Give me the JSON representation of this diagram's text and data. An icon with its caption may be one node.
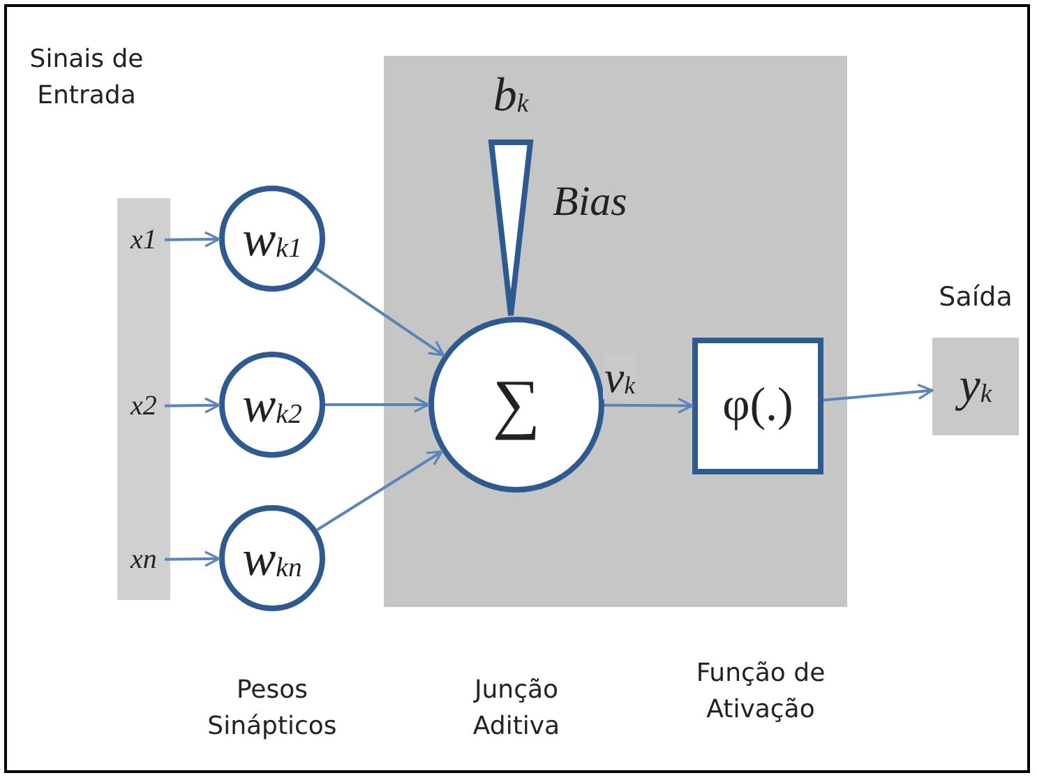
{
  "diagram": {
    "nodes": [
      {
        "text": [],
        "shape": "bar"
      },
      {
        "text": [
          "x1"
        ],
        "in": 0
      },
      {
        "text": [
          "x2"
        ],
        "in": 0
      },
      {
        "text": [
          "xn"
        ],
        "in": 0
      },
      {
        "text": [
          "w$_{k1}$"
        ]
      },
      {
        "text": [
          "w$_{k2}$"
        ]
      },
      {
        "text": [
          "w$_{kn}$"
        ]
      },
      {
        "text": [],
        "shape": "box"
      },
      {
        "text": [
          "b$_{k}$"
        ],
        "beside": [
          "Bias"
        ],
        "in": 7
      },
      {
        "text": [
          "∑"
        ],
        "in": 7
      },
      {
        "text": [
          "φ(.)"
        ],
        "in": 7
      },
      {
        "text": [
          "y$_{k}$"
        ],
        "beside": [
          "Saída"
        ]
      }
    ],
    "edges": [
      {
        "from": 1,
        "to": 4,
        "arrow": "to"
      },
      {
        "from": 2,
        "to": 5,
        "arrow": "to"
      },
      {
        "from": 3,
        "to": 6,
        "arrow": "to"
      },
      {
        "from": 4,
        "to": 9,
        "arrow": "to"
      },
      {
        "from": 5,
        "to": 9,
        "arrow": "to"
      },
      {
        "from": 6,
        "to": 9,
        "arrow": "to"
      },
      {
        "from": 9,
        "to": 10,
        "arrow": "to",
        "label": "v$_{k}$"
      },
      {
        "from": 10,
        "to": 11,
        "arrow": "to"
      }
    ],
    "labels": [
      "Sinais de Entrada",
      "Pesos Sinápticos",
      "Junção Aditiva",
      "Função de Ativação"
    ]
  }
}
